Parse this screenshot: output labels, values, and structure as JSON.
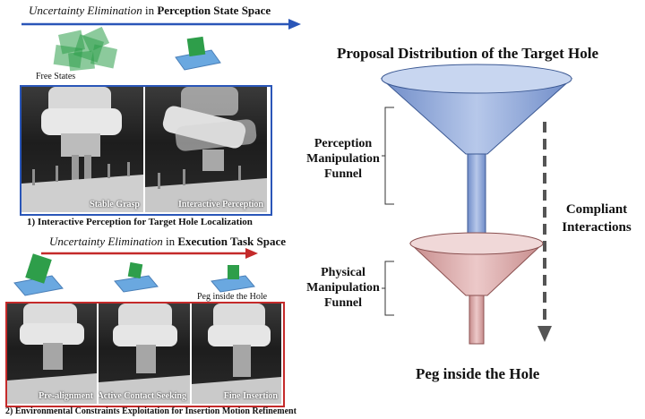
{
  "top": {
    "italic": "Uncertainty Elimination",
    "connector": " in ",
    "bold": "Perception State Space"
  },
  "free_states": "Free States",
  "perception_panels": [
    "Stable Grasp",
    "Interactive Perception"
  ],
  "caption1": "1) Interactive Perception for Target Hole Localization",
  "middle": {
    "italic": "Uncertainty Elimination",
    "connector": " in ",
    "bold": "Execution Task Space"
  },
  "peg_label": "Peg inside the Hole",
  "execution_panels": [
    "Pre-alignment",
    "Active Contact Seeking",
    "Fine Insertion"
  ],
  "caption2": "2) Environmental Constraints Exploitation for Insertion Motion Refinement",
  "right": {
    "title": "Proposal Distribution of the Target Hole",
    "funnel1": [
      "Perception",
      "Manipulation",
      "Funnel"
    ],
    "funnel2": [
      "Physical",
      "Manipulation",
      "Funnel"
    ],
    "compliant": [
      "Compliant",
      "Interactions"
    ],
    "bottom": "Peg inside the Hole"
  },
  "colors": {
    "blue_arrow": "#2a56b8",
    "red_arrow": "#c42a2a",
    "funnel_blue": "#8ea6d6",
    "funnel_red": "#d2a0a0"
  }
}
